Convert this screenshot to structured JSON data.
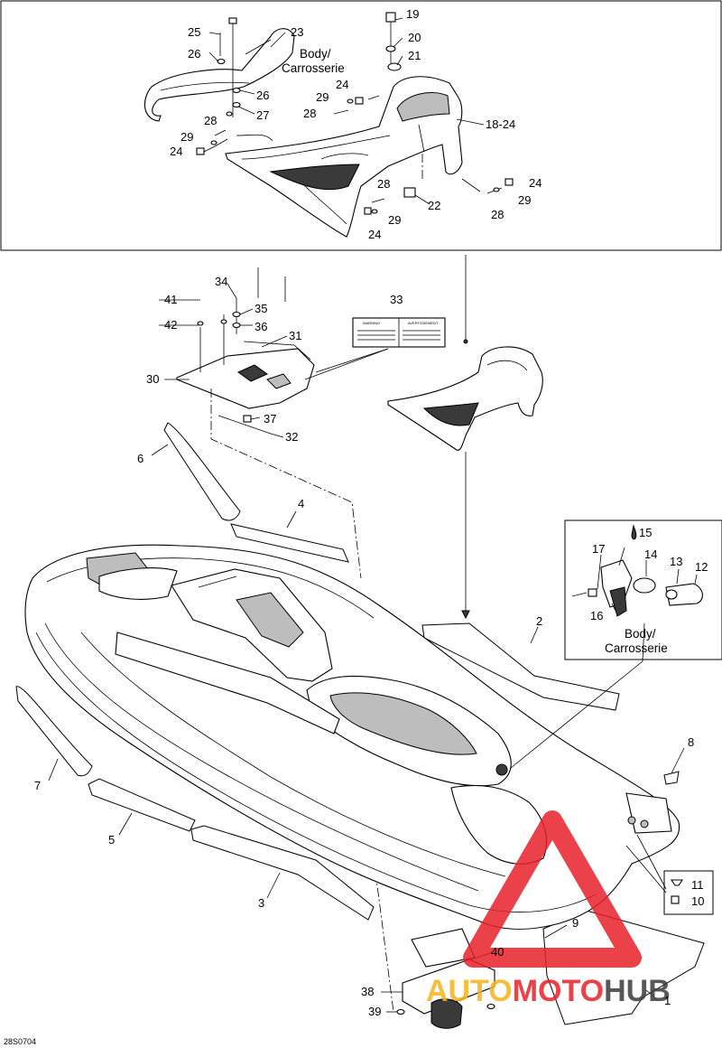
{
  "figure_code": "28S0704",
  "callouts": [
    "1",
    "2",
    "3",
    "4",
    "5",
    "6",
    "7",
    "8",
    "9",
    "10",
    "11",
    "12",
    "13",
    "14",
    "15",
    "16",
    "17",
    "18-24",
    "19",
    "20",
    "21",
    "22",
    "23",
    "24",
    "25",
    "26",
    "27",
    "28",
    "29",
    "30",
    "31",
    "32",
    "33",
    "34",
    "35",
    "36",
    "37",
    "38",
    "39",
    "40",
    "41",
    "42"
  ],
  "labels": {
    "body_top_line1": "Body/",
    "body_top_line2": "Carrosserie",
    "body_inset_line1": "Body/",
    "body_inset_line2": "Carrosserie"
  },
  "warning_sticker": {
    "left_title": "WARNING",
    "right_title": "AVERTISSEMENT"
  },
  "watermark": "AUTOMOTOHUB",
  "colors": {
    "line": "#000000",
    "watermark_red": "#e8202a",
    "watermark_gold": "#f5b318"
  }
}
